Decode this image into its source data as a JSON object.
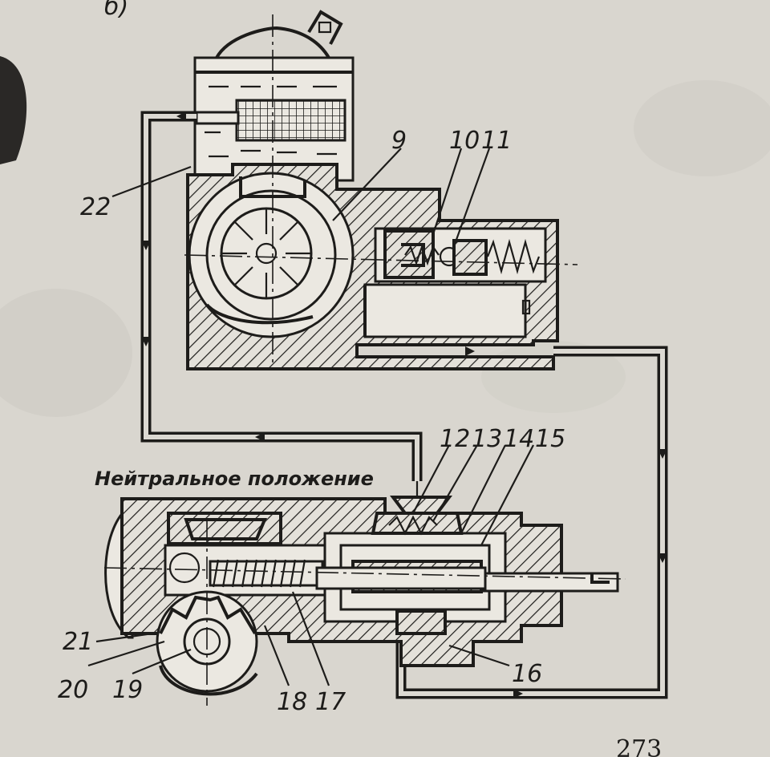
{
  "header_fragment": "б)",
  "caption": "Нейтральное положение",
  "page_number": "273",
  "labels": [
    "9",
    "10",
    "11",
    "12",
    "13",
    "14",
    "15",
    "16",
    "17",
    "18",
    "19",
    "20",
    "21",
    "22"
  ],
  "colors": {
    "paper": "#d9d6cf",
    "ink": "#1d1c1a"
  }
}
